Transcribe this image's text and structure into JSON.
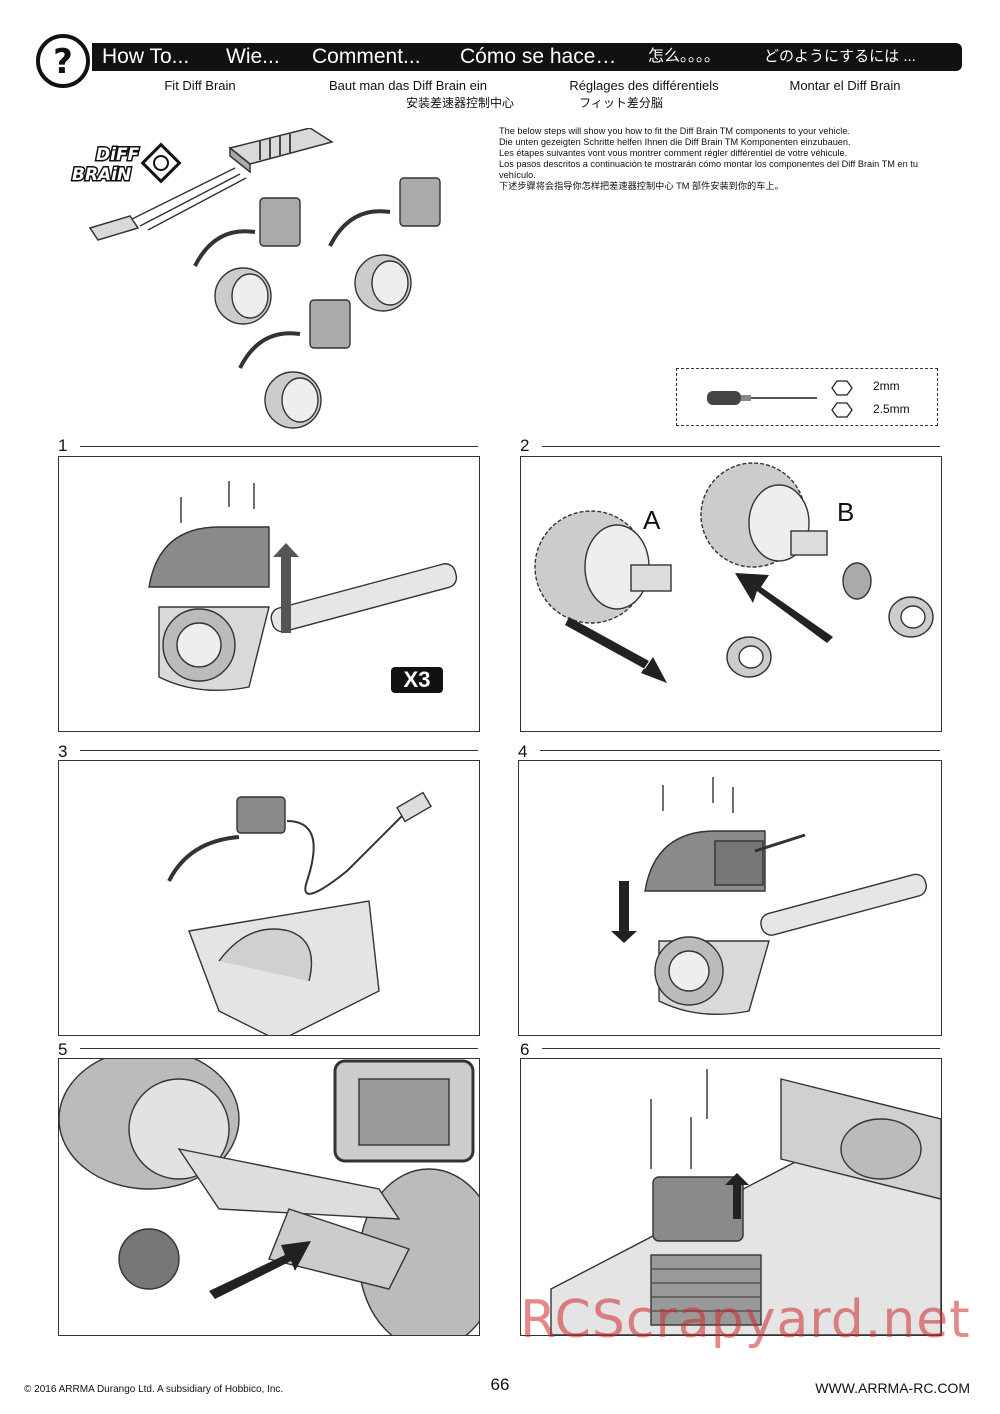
{
  "header": {
    "how_to_en": "How To...",
    "how_to_de": "Wie...",
    "how_to_fr": "Comment...",
    "how_to_es": "Cómo se hace…",
    "how_to_zh": "怎么。。。。",
    "how_to_ja": "どのようにするには ...",
    "sub_en": "Fit Diff Brain",
    "sub_de": "Baut man das Diff Brain ein",
    "sub_zh": "安装差速器控制中心",
    "sub_fr": "Réglages des différentiels",
    "sub_ja": "フィット差分脳",
    "sub_es": "Montar el Diff Brain"
  },
  "logo": {
    "line1": "DiFF",
    "line2": "BRAiN"
  },
  "intro": [
    "The below steps will show you how to fit the Diff Brain TM components to your vehicle.",
    "Die unten gezeigten Schritte helfen Ihnen die Diff Brain TM Komponenten einzubauen.",
    "Les étapes suivantes vont vous montrer comment régler différentiel de votre véhicule.",
    "Los pasos descritos a continuación te mostrarán cómo montar los componentes del Diff Brain TM en tu",
    "vehículo.",
    "下述步骤将会指导你怎样把差速器控制中心 TM 部件安装到你的车上。"
  ],
  "tools": {
    "hex1": "2mm",
    "hex2": "2.5mm"
  },
  "steps": {
    "s1": "1",
    "s2": "2",
    "s3": "3",
    "s4": "4",
    "s5": "5",
    "s6": "6",
    "x3": "X3",
    "label_a": "A",
    "label_b": "B"
  },
  "footer": {
    "copyright": "© 2016 ARRMA Durango Ltd. A subsidiary of Hobbico, Inc.",
    "page": "66",
    "website": "WWW.ARRMA-RC.COM",
    "watermark": "RCScrapyard.net"
  },
  "colors": {
    "ink": "#111111",
    "part_grey": "#8a8a8a",
    "light_grey": "#d9d9d9",
    "watermark": "#cd2828"
  }
}
